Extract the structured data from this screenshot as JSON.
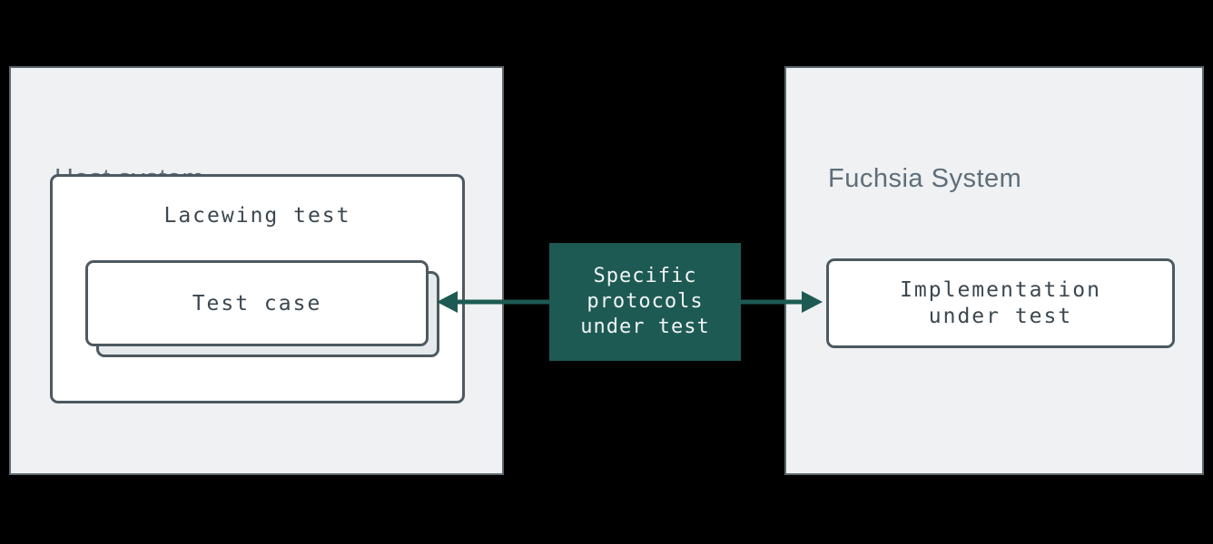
{
  "colors": {
    "background": "#000000",
    "panel_bg": "#eff1f3",
    "panel_border": "#5d686d",
    "panel_title": "#5f6e78",
    "box_border": "#4d5960",
    "box_bg": "#ffffff",
    "stack_card_bg": "#e6eaec",
    "teal": "#1d5a53",
    "mono_text": "#3b4750",
    "teal_box_text": "#f2f5f5"
  },
  "host_panel": {
    "title": "Host system"
  },
  "lacewing_box": {
    "label": "Lacewing test"
  },
  "test_case": {
    "label": "Test case"
  },
  "protocols_box": {
    "line1": "Specific",
    "line2": "protocols",
    "line3": "under test"
  },
  "fuchsia_panel": {
    "title": "Fuchsia System"
  },
  "implementation_box": {
    "line1": "Implementation",
    "line2": "under test"
  }
}
